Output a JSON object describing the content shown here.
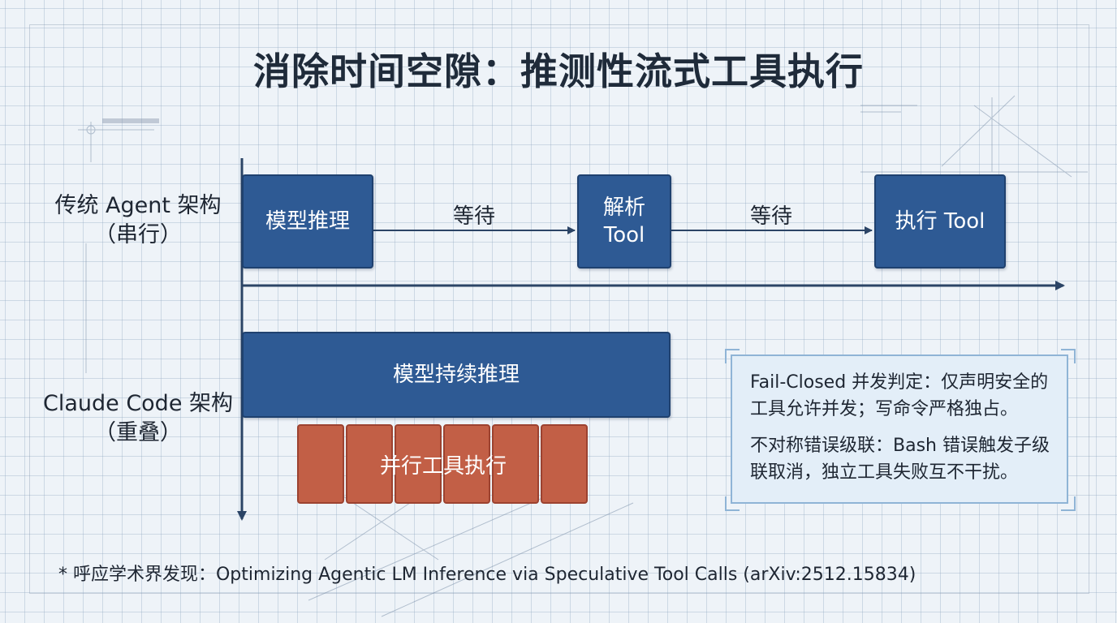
{
  "title": "消除时间空隙：推测性流式工具执行",
  "traditional": {
    "label_line1": "传统 Agent 架构",
    "label_line2": "（串行）",
    "steps": [
      "模型推理",
      "解析",
      "Tool",
      "执行 Tool"
    ],
    "wait_label": "等待"
  },
  "claude": {
    "label_line1": "Claude Code 架构",
    "label_line2": "（重叠）",
    "inference_label": "模型持续推理",
    "parallel_label": "并行工具执行"
  },
  "note": {
    "para1": "Fail-Closed 并发判定：仅声明安全的工具允许并发；写命令严格独占。",
    "para2": "不对称错误级联：Bash 错误触发子级联取消，独立工具失败互不干扰。"
  },
  "footnote": "* 呼应学术界发现：Optimizing Agentic LM Inference via Speculative Tool Calls (arXiv:2512.15834)",
  "colors": {
    "box_blue": "#2e5a94",
    "tool_red": "#c25f46",
    "note_bg": "#e3eef8",
    "grid": "#96aac3"
  }
}
